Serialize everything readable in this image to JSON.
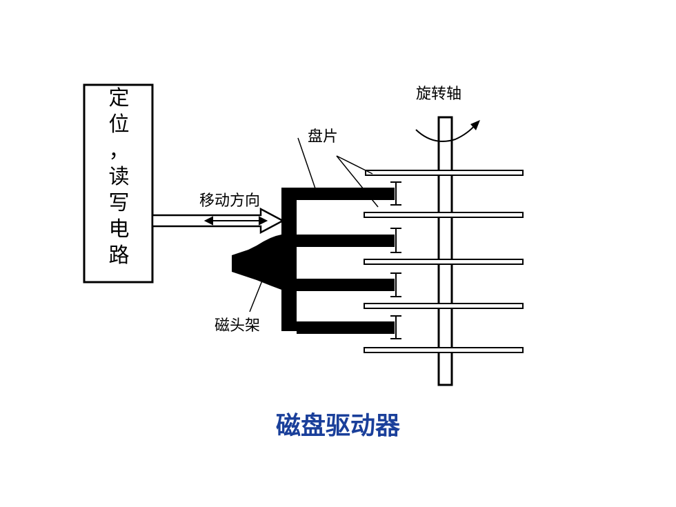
{
  "labels": {
    "control_box_chars": [
      "定",
      "位",
      "，",
      "读",
      "写",
      "电",
      "路"
    ],
    "rotation_axis": "旋转轴",
    "platter": "盘片",
    "move_direction": "移动方向",
    "head_arm": "磁头架"
  },
  "caption": "磁盘驱动器",
  "colors": {
    "caption": "#1a3f9a",
    "ink": "#000000",
    "background": "#ffffff"
  }
}
